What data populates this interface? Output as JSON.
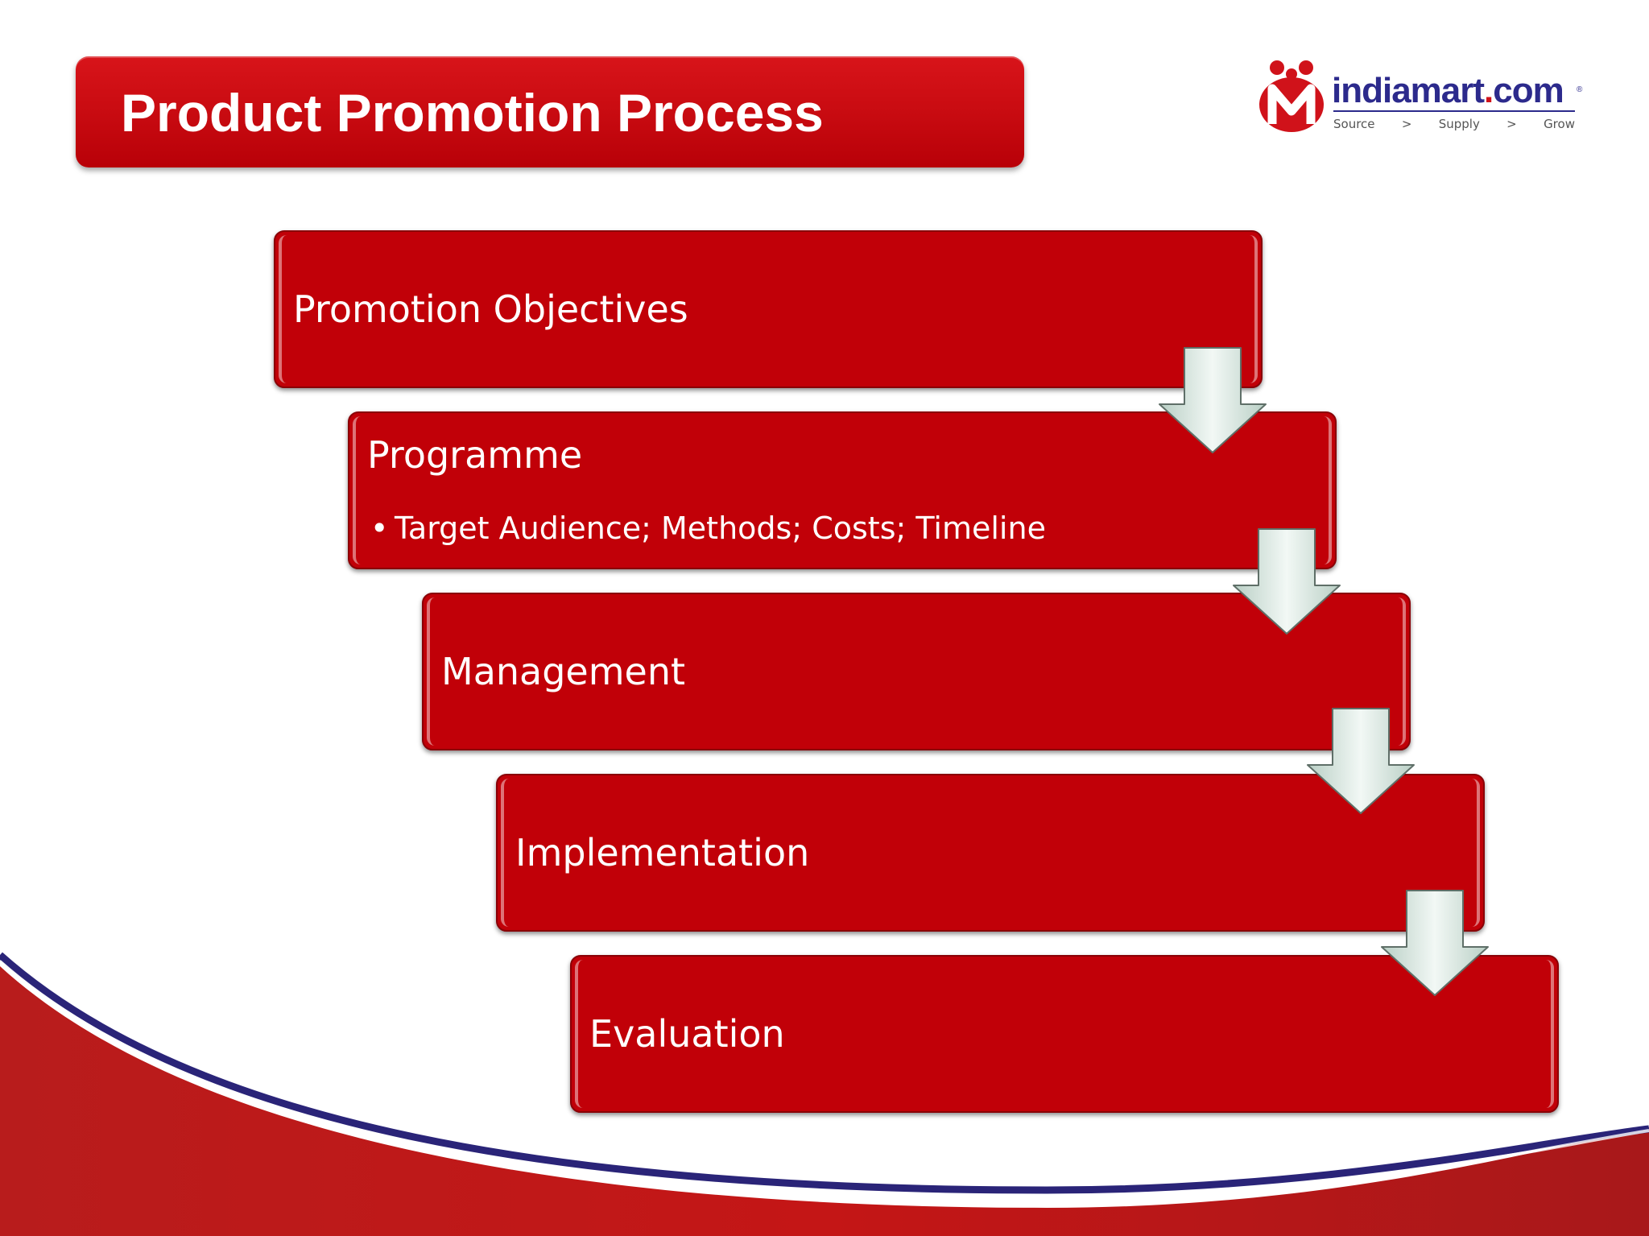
{
  "slide": {
    "title": "Product Promotion Process"
  },
  "logo": {
    "wordmark_main": "indiamart",
    "wordmark_dot": ".",
    "wordmark_tld": "com",
    "registered": "®",
    "tagline": [
      "Source",
      ">",
      "Supply",
      ">",
      "Grow"
    ]
  },
  "steps": [
    {
      "title": "Promotion Objectives"
    },
    {
      "title": "Programme",
      "bullet": "Target Audience; Methods; Costs; Timeline"
    },
    {
      "title": "Management"
    },
    {
      "title": "Implementation"
    },
    {
      "title": "Evaluation"
    }
  ],
  "colors": {
    "banner_red": "#c70a10",
    "box_red": "#c10008",
    "arrow_fill": "#dcebe4",
    "logo_blue": "#2c2a8c",
    "swoosh_red": "#b81c1c",
    "swoosh_blue": "#2a2478"
  },
  "icons": {
    "logo_mark": "indiamart-m-people-logo",
    "connector": "down-arrow-icon"
  }
}
